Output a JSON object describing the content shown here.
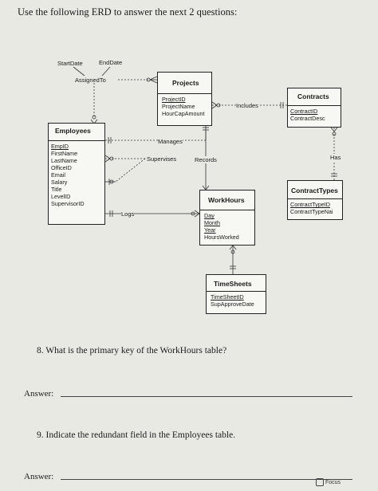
{
  "intro": "Use the following ERD to answer the next 2 questions:",
  "erd": {
    "employees": {
      "title": "Employees",
      "fields": [
        "EmpID",
        "FirstName",
        "LastName",
        "OfficeID",
        "Email",
        "Salary",
        "Title",
        "LevelID",
        "SupervisorID"
      ]
    },
    "projects": {
      "title": "Projects",
      "fields": [
        "ProjectID",
        "ProjectName",
        "HourCapAmount"
      ]
    },
    "contracts": {
      "title": "Contracts",
      "fields": [
        "ContractID",
        "ContractDesc"
      ]
    },
    "contract_types": {
      "title": "ContractTypes",
      "fields": [
        "ContractTypeID",
        "ContractTypeNai"
      ]
    },
    "work_hours": {
      "title": "WorkHours",
      "fields": [
        "Day",
        "Month",
        "Year",
        "HoursWorked"
      ]
    },
    "time_sheets": {
      "title": "TimeSheets",
      "fields": [
        "TimeSheetID",
        "SupApproveDatе"
      ]
    },
    "labels": {
      "start_date": "StartDate",
      "end_date": "EndDate",
      "assigned_to": "AssignedTo",
      "manages": "Manages",
      "supervises": "Supervises",
      "records": "Records",
      "logs": "Logs",
      "includes": "Includes",
      "has": "Has"
    }
  },
  "questions": [
    {
      "text": "8.  What is the primary key of the WorkHours table?",
      "answer_label": "Answer:"
    },
    {
      "text": "9.  Indicate the redundant field in the Employees table.",
      "answer_label": "Answer:"
    }
  ],
  "taskbar": {
    "focus_label": "Focus"
  }
}
